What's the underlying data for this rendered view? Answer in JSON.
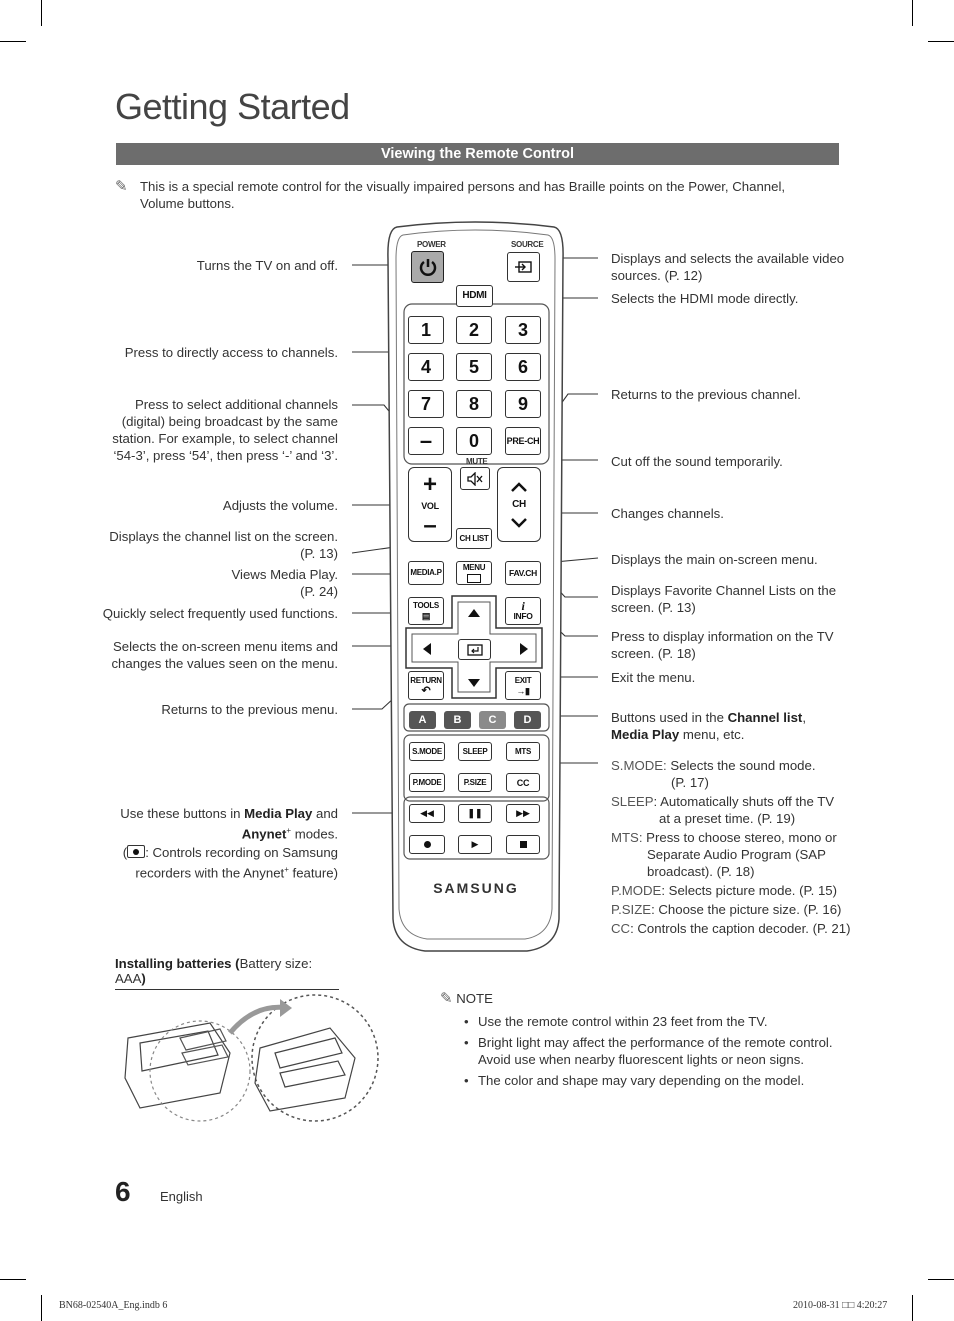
{
  "page_title": "Getting Started",
  "section_title": "Viewing the Remote Control",
  "intro_note": "This is a special remote control for the visually impaired persons and has Braille points on the Power, Channel, Volume buttons.",
  "left_labels": {
    "power": "Turns the TV on and off.",
    "numbers": "Press to directly access to channels.",
    "additional_1": "Press to select additional channels",
    "additional_2": "(digital) being broadcast by the same",
    "additional_3": "station. For example, to select channel",
    "additional_4": "‘54-3’, press ‘54’, then press ‘-’ and ‘3’.",
    "volume": "Adjusts the volume.",
    "chlist_1": "Displays the channel list on the screen.",
    "chlist_2": "(P. 13)",
    "mediap_1": "Views Media Play.",
    "mediap_2": "(P. 24)",
    "tools": "Quickly select frequently used functions.",
    "nav_1": "Selects the on-screen menu items and",
    "nav_2": "changes the values seen on the menu.",
    "return": "Returns to the previous menu.",
    "media_1a": "Use these buttons in ",
    "media_1b": "Media Play",
    "media_1c": " and",
    "media_2a": "Anynet",
    "media_2b": "+",
    "media_2c": " modes.",
    "media_3a": "(",
    "media_3b": ": Controls recording on Samsung",
    "media_4a": "recorders with the Anynet",
    "media_4b": "+",
    "media_4c": " feature)"
  },
  "right_labels": {
    "source_1": "Displays and selects the available video",
    "source_2": "sources. (P. 12)",
    "hdmi": "Selects the HDMI mode directly.",
    "prech": "Returns to the previous channel.",
    "mute": "Cut off the sound temporarily.",
    "ch": "Changes channels.",
    "menu": "Displays the main on-screen menu.",
    "favch_1": "Displays Favorite Channel Lists on the",
    "favch_2": "screen. (P. 13)",
    "info_1": "Press to display information on the TV",
    "info_2": "screen. (P. 18)",
    "exit": "Exit the menu.",
    "abcd_1a": "Buttons used in the ",
    "abcd_1b": "Channel list",
    "abcd_1c": ",",
    "abcd_2a": "Media Play",
    "abcd_2b": " menu, etc.",
    "smode_k": "S.MODE:",
    "smode_v": " Selects the sound mode.",
    "smode_p": "(P. 17)",
    "sleep_k": "SLEEP",
    "sleep_v": ": Automatically shuts off the TV",
    "sleep_v2": "at a preset time. (P. 19)",
    "mts_k": "MTS:",
    "mts_v": " Press to choose stereo, mono or",
    "mts_v2": "Separate Audio Program (SAP",
    "mts_v3": "broadcast). (P. 18)",
    "pmode_k": "P.MODE",
    "pmode_v": ": Selects picture mode. (P. 15)",
    "psize_k": "P.SIZE",
    "psize_v": ": Choose the picture size. (P. 16)",
    "cc_k": "CC",
    "cc_v": ": Controls the caption decoder. (P. 21)"
  },
  "remote": {
    "power": "POWER",
    "source": "SOURCE",
    "hdmi": "HDMI",
    "digits": [
      "1",
      "2",
      "3",
      "4",
      "5",
      "6",
      "7",
      "8",
      "9",
      "0"
    ],
    "dash": "–",
    "prech": "PRE-CH",
    "mute": "MUTE",
    "vol": "VOL",
    "ch": "CH",
    "chlist": "CH LIST",
    "mediap": "MEDIA.P",
    "menu": "MENU",
    "favch": "FAV.CH",
    "tools": "TOOLS",
    "info": "INFO",
    "ret": "RETURN",
    "exit": "EXIT",
    "colors": [
      {
        "label": "A",
        "color": "#555555"
      },
      {
        "label": "B",
        "color": "#555555"
      },
      {
        "label": "C",
        "color": "#8a8a8a"
      },
      {
        "label": "D",
        "color": "#555555"
      }
    ],
    "smode": "S.MODE",
    "sleep": "SLEEP",
    "mts": "MTS",
    "pmode": "P.MODE",
    "psize": "P.SIZE",
    "cc": "CC",
    "brand": "SAMSUNG"
  },
  "batteries": {
    "label_a": "Installing batteries (",
    "label_b": "Battery size: AAA",
    "label_c": ")"
  },
  "note": {
    "title": "NOTE",
    "items": [
      "Use the remote control within 23 feet from the TV.",
      "Bright light may affect the performance of the remote control. Avoid use when nearby fluorescent lights or neon signs.",
      "The color and shape may vary depending on the model."
    ]
  },
  "footer": {
    "page_number": "6",
    "language": "English",
    "file": "BN68-02540A_Eng.indb   6",
    "date": "2010-08-31   □□ 4:20:27"
  }
}
